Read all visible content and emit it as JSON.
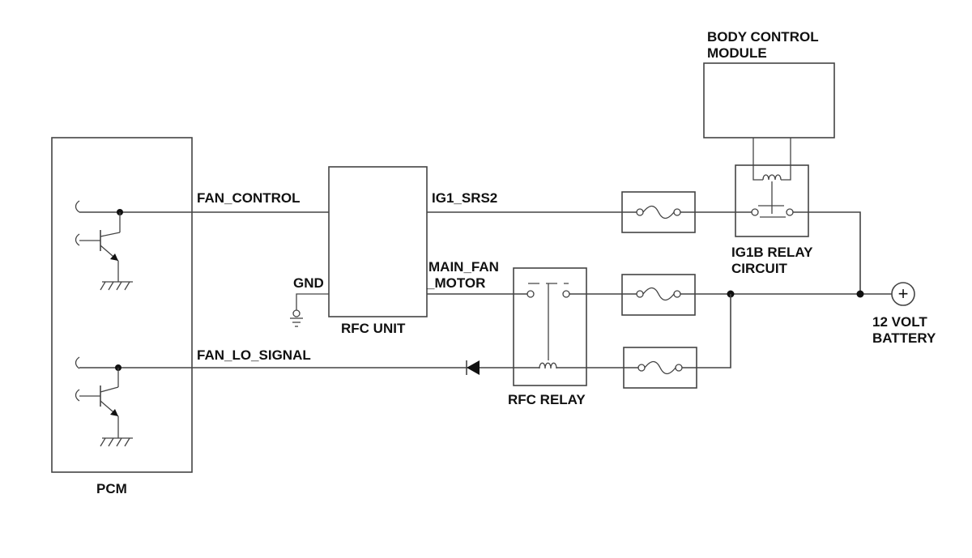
{
  "components": {
    "pcm": "PCM",
    "rfc_unit": "RFC UNIT",
    "rfc_relay": "RFC RELAY",
    "bcm_line1": "BODY CONTROL",
    "bcm_line2": "MODULE",
    "ig1b_line1": "IG1B RELAY",
    "ig1b_line2": "CIRCUIT",
    "battery_line1": "12 VOLT",
    "battery_line2": "BATTERY"
  },
  "signals": {
    "fan_control": "FAN_CONTROL",
    "fan_lo_signal": "FAN_LO_SIGNAL",
    "ig1_srs2": "IG1_SRS2",
    "gnd": "GND",
    "main_fan_line1": "MAIN_FAN",
    "main_fan_line2": "_MOTOR"
  },
  "symbols": {
    "battery_positive": "+"
  }
}
